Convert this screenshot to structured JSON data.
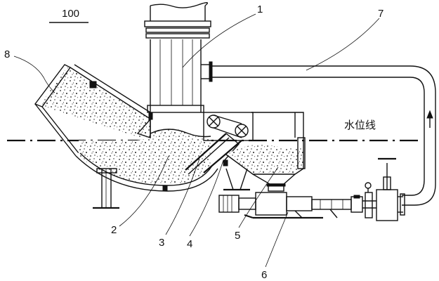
{
  "figure": {
    "number": "100",
    "water_level_label": "水位线",
    "callouts": [
      "1",
      "2",
      "3",
      "4",
      "5",
      "6",
      "7",
      "8"
    ]
  },
  "colors": {
    "ink": "#111111",
    "background": "#ffffff"
  }
}
